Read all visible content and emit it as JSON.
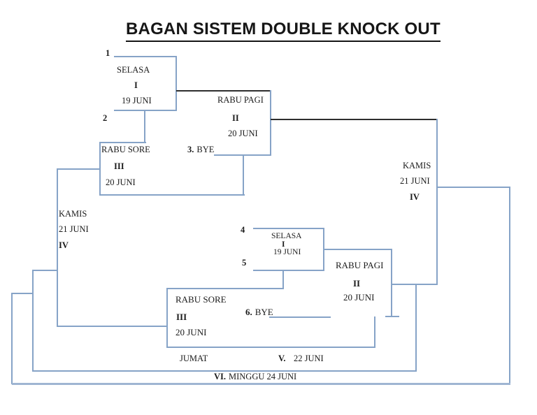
{
  "title": "BAGAN SISTEM DOUBLE KNOCK OUT",
  "upper_bracket": {
    "seed_1": "1",
    "seed_2": "2",
    "match_1": {
      "day": "SELASA",
      "round": "I",
      "date": "19 JUNI"
    },
    "match_2": {
      "day": "RABU PAGI",
      "round": "II",
      "date": "20 JUNI"
    },
    "bye_3": {
      "num": "3.",
      "label": "BYE"
    },
    "match_3": {
      "day": "RABU SORE",
      "round": "III",
      "date": "20 JUNI"
    },
    "semifinal_left": {
      "day": "KAMIS",
      "date": "21 JUNI",
      "round": "IV"
    }
  },
  "lower_bracket": {
    "seed_4": "4",
    "seed_5": "5",
    "match_1": {
      "day": "SELASA",
      "round": "I",
      "date": "19 JUNI"
    },
    "match_2": {
      "day": "RABU PAGI",
      "round": "II",
      "date": "20 JUNI"
    },
    "bye_6": {
      "num": "6.",
      "label": "BYE"
    },
    "match_3": {
      "day": "RABU SORE",
      "round": "III",
      "date": "20 JUNI"
    },
    "semifinal_right": {
      "day": "KAMIS",
      "date": "21 JUNI",
      "round": "IV"
    }
  },
  "finals": {
    "match_5": {
      "day": "JUMAT",
      "round": "V.",
      "date": "22 JUNI"
    },
    "match_6": {
      "round": "VI.",
      "date": "MINGGU 24 JUNI"
    }
  },
  "colors": {
    "line_blue": "#86a3c7",
    "line_blue_light": "#9fb5d2",
    "line_dark": "#2e2e2e"
  }
}
